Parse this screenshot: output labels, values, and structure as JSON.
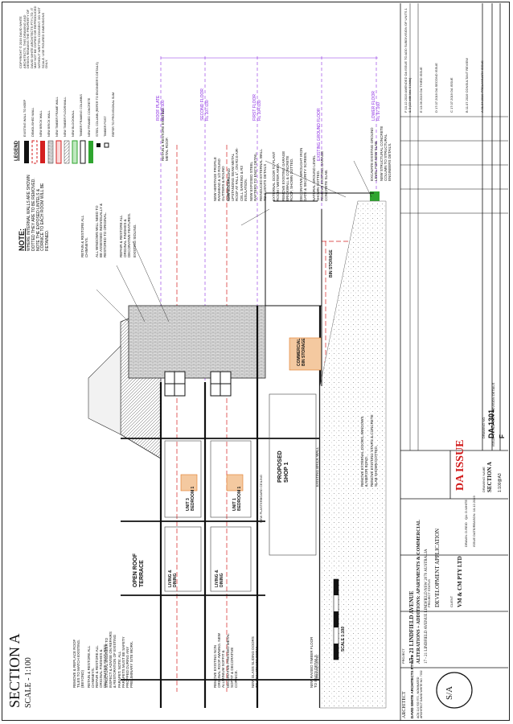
{
  "section_title": "SECTION A",
  "scale_label": "SCALE - 1:100",
  "scale_bar_label": "SCALE 1:100",
  "logo_text": "S/A",
  "labels": {
    "roof_plate": "ROOF PLATE",
    "roof_plate_rl": "RL 120.500",
    "second_floor": "SECOND FLOOR",
    "second_floor_rl": "RL 107.030",
    "first_floor": "FIRST FLOOR",
    "first_floor_rl": "RL 104.030",
    "existing_ground_floor": "EXISTING GROUND FLOOR",
    "lower_floor": "LOWER FLOOR",
    "lower_floor_rl": "RL 97.160",
    "open_roof_terrace": "OPEN ROOF TERRACE",
    "unit3_bedroom": "UNIT 3 BEDROOM 1",
    "unit1_bedroom": "UNIT 1 BEDROOM 1",
    "living_dining_1": "LIVING & DINING",
    "living_dining_2": "LIVING & DINING",
    "proposed_shop": "PROPOSED SHOP 1",
    "commercial_bin_storage": "COMMERCIAL BIN STORAGE",
    "bin_storage": "BIN STORAGE",
    "ground_level": "GROUND LEVEL",
    "new_plasterboard_ceiling": "NEW PLASTERBOARD CEILING"
  },
  "notes_title": "NOTE:",
  "notes_text": "WHERE INTERNAL WALLS ARE SHOWN DOTTED THEY ARE TO BE REMOVED. NOTE THE EXPOSED LINTELS & CORNICE TO EACH ROOM WILL BE RETAINED.",
  "annotations_right": [
    "RETAIN & RESTORE ALL CHIMNEYS.",
    "ALL WINDOWS WILL NEED TO BE ASSESSED INDIVIDUALLY & RESTORED TO ORIGINAL.",
    "REPAIR & RESTORE ALL ORIGINAL FINISHES & DECORATIVE FEATURES.",
    "EXISTING SIDLING.",
    "RETAIN & RESTORE EXISTING METAL ROOF.",
    "NEW HERITAGE PROFILE RAINHEAD & 1/2 ROUND GUTTERS & ROUND DOWNPIPES",
    "NEW COLORBOND UPSTANDING SEAM METAL ROOF AT FALL 4°, ON R2.0 AIR-CELL SARKING & R3 INSULATION.",
    "NEW EXPOSED STEEL RAFTERS TO ENG'S DETAIL.",
    "REINDUCED EXTERNAL WALL TO CLIENTS DETAILS",
    "EXTERNAL DOOR TO PLANT ROOM / METER AREA",
    "REMOVE EXISTING GARAGE BRICKWALL & CONCRETE ROOF, SHOWN DOTTED.",
    "DECORATIVE WROUGHT IRON GATE & SECURITY SCREEN.",
    "NATURAL GROUND LEVEL SHOWN DOTTED.",
    "REMOVE EXISTING GARAGE CONCRETE SLAB.",
    "EXCAVATE EXISTING GROUND LEVEL FOR NEW SLAB.",
    "NEW STRUCTURAL CONCRETE COLUMN TO STRUCTURAL ENGINEERS DETAILS."
  ],
  "annotations_left": [
    "REMOVE & REPLACE ROOF TILES TO MATCH EXISTING. (BEYOND)",
    "RETAIN & RESTORE ALL CHIMNEYS.",
    "REPAIR & RESTORE ALL ORIGINAL FINISHES & DECORATIVE FEATURES.",
    "STRUCTURAL ENGINEER TO INSPECT & ADVISE ON REPAIRS & RESTORATION OF EXISTING PARAPET. NOTE: ALL PARAPETS MUST BE SAFETY PROPPED DURING ANY PRELIMINARY SITE WORK.",
    "REMOVE EXISTING NON ORIGINAL ROOF AWNING. NEW ALUMINIUM SOFFIT & DECORATIVE PRESSED METAL SOFFIT & DECORATIVE CORNICE.",
    "NEW GLASS SLIDING DOORS TO ARCHITECTS DETAIL.",
    "NEW RAISED TIMBER FLOOR TO ENG'S DETAILS."
  ],
  "annotations_bottom": [
    "EXISTING BRICK WALL",
    "REMOVE EXTERNAL DOORS, WINDOWS & NIB/FOR BOND.",
    "REMOVE EXISTING STAIRS & CONCRETE SLAB SHOWN DOTTED."
  ],
  "legend_title": "LEGEND",
  "legend_items": [
    "EXISTING WALL TO KEEP",
    "DEMOLISHED WALL",
    "NEW BRICK WALL",
    "NEW BRICK WALL",
    "NEW TIMBER FRAME WALL",
    "NEW TIMBER FLOOR/WALL",
    "NEW BLOCKWALL",
    "TIMBER FRAMING COLUMNS",
    "NEW FRAMED CONCRETE",
    "STEEL COLUMN (REFER TO ENGINEER'S DETAILS)",
    "TIMBER POST",
    "REFER TO PROVISIONAL SUM"
  ],
  "copyright": "COPYRIGHT © 2019 DAVID WHITE ARCHITECTS. THIS DRAWING AND DESIGN REMAINS THE PROPERTY OF DAVID WHITE ARCHITECTS PTY LTD. IT MAY NOT BE COPIED OR REPRODUCED WITHOUT WRITTEN CONSENT. DO NOT SCALE. USE FIGURED DIMENSIONS ONLY.",
  "revisions": [
    {
      "rev": "F",
      "date": "10.12.2019",
      "desc": "AMENDED DA ISSUE TO ADD SUBDIVISION OF UNITS 1 & 3 (13 with lots 4 Units)"
    },
    {
      "rev": "E",
      "date": "13.06.2019",
      "desc": "DA THIRD ISSUE"
    },
    {
      "rev": "D",
      "date": "17.07.2019",
      "desc": "DA SECOND ISSUE"
    },
    {
      "rev": "C",
      "date": "17.07.2019",
      "desc": "DA ISSUE"
    },
    {
      "rev": "B",
      "date": "11.07.2019",
      "desc": "CONSULTANT REVIEW"
    },
    {
      "rev": "A",
      "date": "01.04.2019",
      "desc": "PRELIMINARY ISSUE"
    }
  ],
  "revision_headers": {
    "issue": "ISSUE",
    "initial": "INITIAL",
    "date": "DATE",
    "desc": "REVISION DETAILS"
  },
  "issue_stamp": "DA ISSUE",
  "drawing_name_label": "DRAWING NAME",
  "drawing_name": "SECTION A",
  "drawing_no": "DA-1301",
  "issue_letter": "F",
  "scale_field": "1:100@A3",
  "drawn_label": "DRAWN",
  "drawn": "D.REID",
  "qa_label": "QA",
  "qa": "D.WHITE",
  "issue_date_label": "ISSUE DATE/REASON",
  "issue_date": "10.12.2019",
  "project_status_label": "PROJECT STATUS",
  "project_status": "DEVELOPMENT APPLICATION",
  "client_label": "CLIENT",
  "client": "VM & CM PTY LTD",
  "project_label": "PROJECT",
  "project_name": "17 - 21 LINDFIELD AVENUE",
  "project_desc": "ALTERATIONS + ADDITIONS: APARTMENTS & COMMERCIAL",
  "project_address": "17 - 21 LINDFIELD AVENUE LINDFIELD NSW 2070 AUSTRALIA",
  "architect_label": "ARCHITECT",
  "architect_name": "DAVID WHITE ARCHITECTS PTY LTD",
  "architect_address": "ACN 114 933 970 - NOMINATED ARCHITECT DAVID WHITE NO. 7032",
  "colors": {
    "demolish": "#d42020",
    "new_green": "#2fa52f",
    "level": "#8a2be2",
    "orange": "#e07b25",
    "stamp": "#d11a1a"
  }
}
